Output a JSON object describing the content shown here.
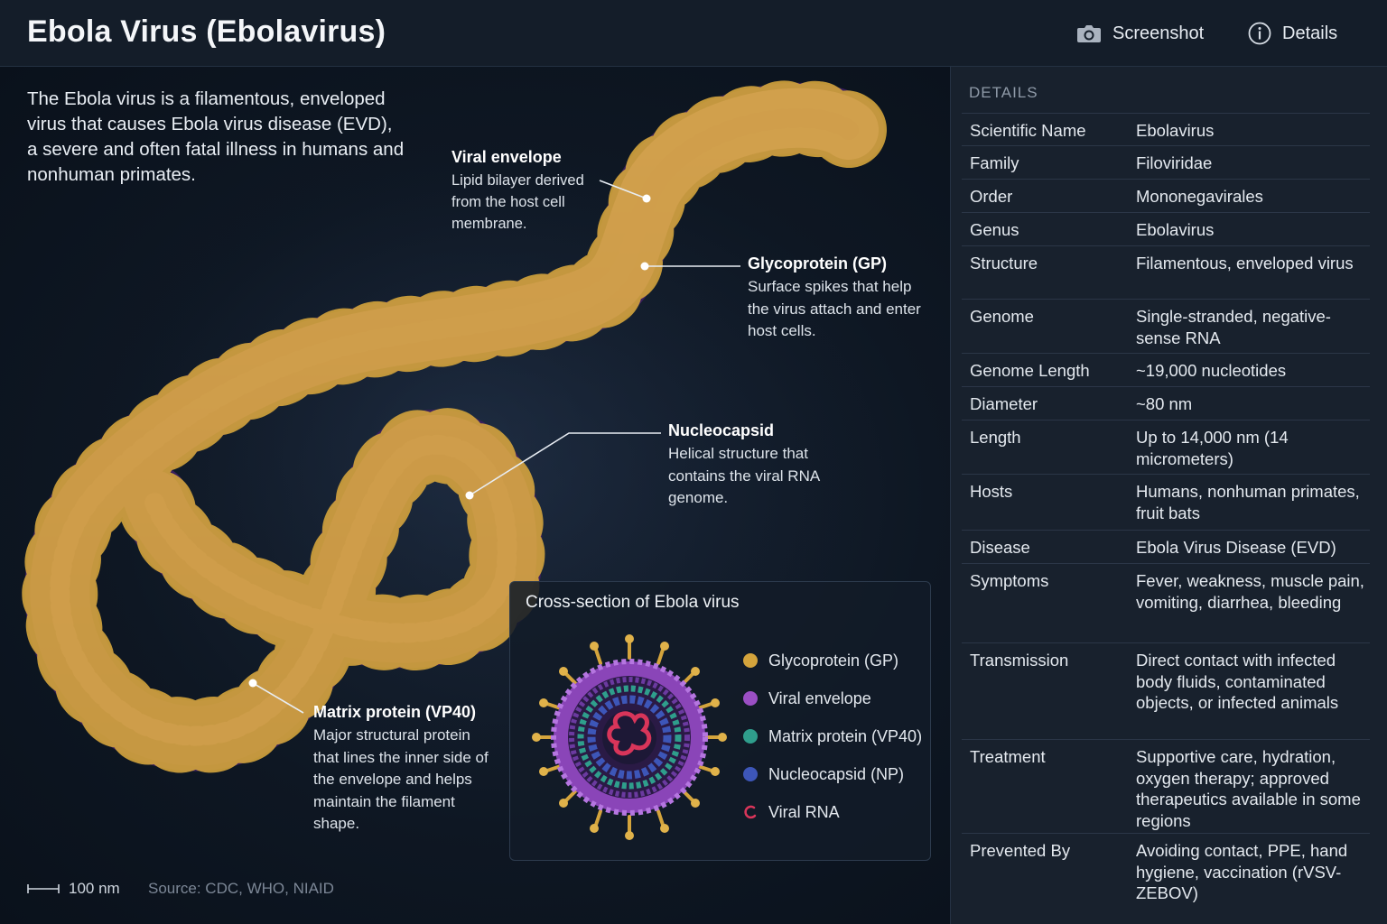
{
  "header": {
    "title": "Ebola Virus (Ebolavirus)",
    "screenshot_label": "Screenshot",
    "details_label": "Details"
  },
  "intro": "The Ebola virus is a filamentous, enveloped virus that causes Ebola virus disease (EVD), a severe and often fatal illness in humans and nonhuman primates.",
  "annotations": [
    {
      "title": "Viral envelope",
      "description": "Lipid bilayer derived from the host cell membrane."
    },
    {
      "title": "Glycoprotein (GP)",
      "description": "Surface spikes that help the virus attach and enter host cells."
    },
    {
      "title": "Nucleocapsid",
      "description": "Helical structure that contains the viral RNA genome."
    },
    {
      "title": "Matrix protein (VP40)",
      "description": "Major structural protein that lines the inner side of the envelope and helps maintain the filament shape."
    }
  ],
  "cross_section": {
    "title": "Cross-section of Ebola virus",
    "legend": [
      {
        "label": "Glycoprotein (GP)",
        "color": "#d4a43c"
      },
      {
        "label": "Viral envelope",
        "color": "#9b4fc4"
      },
      {
        "label": "Matrix protein (VP40)",
        "color": "#2f9e8c"
      },
      {
        "label": "Nucleocapsid (NP)",
        "color": "#3d56b8"
      },
      {
        "label": "Viral RNA",
        "color": "#d8355a"
      }
    ]
  },
  "scale_label": "100 nm",
  "source": "Source: CDC, WHO, NIAID",
  "details": {
    "heading": "DETAILS",
    "rows": [
      {
        "key": "Scientific Name",
        "value": "Ebolavirus"
      },
      {
        "key": "Family",
        "value": "Filoviridae"
      },
      {
        "key": "Order",
        "value": "Mononegavirales"
      },
      {
        "key": "Genus",
        "value": "Ebolavirus"
      },
      {
        "key": "Structure",
        "value": "Filamentous, enveloped virus"
      },
      {
        "key": "Genome",
        "value": "Single-stranded, negative-sense RNA"
      },
      {
        "key": "Genome Length",
        "value": "~19,000 nucleotides"
      },
      {
        "key": "Diameter",
        "value": "~80 nm"
      },
      {
        "key": "Length",
        "value": "Up to 14,000 nm (14 micrometers)"
      },
      {
        "key": "Hosts",
        "value": "Humans, nonhuman primates, fruit bats"
      },
      {
        "key": "Disease",
        "value": "Ebola Virus Disease (EVD)"
      },
      {
        "key": "Symptoms",
        "value": "Fever, weakness, muscle pain, vomiting, diarrhea, bleeding"
      },
      {
        "key": "Transmission",
        "value": "Direct contact with infected body fluids, contaminated objects, or infected animals"
      },
      {
        "key": "Treatment",
        "value": "Supportive care, hydration, oxygen therapy; approved therapeutics available in some regions"
      },
      {
        "key": "Prevented By",
        "value": "Avoiding contact, PPE, hand hygiene, vaccination (rVSV-ZEBOV)"
      }
    ]
  },
  "colors": {
    "envelope": "#8a45b8",
    "spike": "#d4a43c",
    "background": "#0c1420"
  }
}
